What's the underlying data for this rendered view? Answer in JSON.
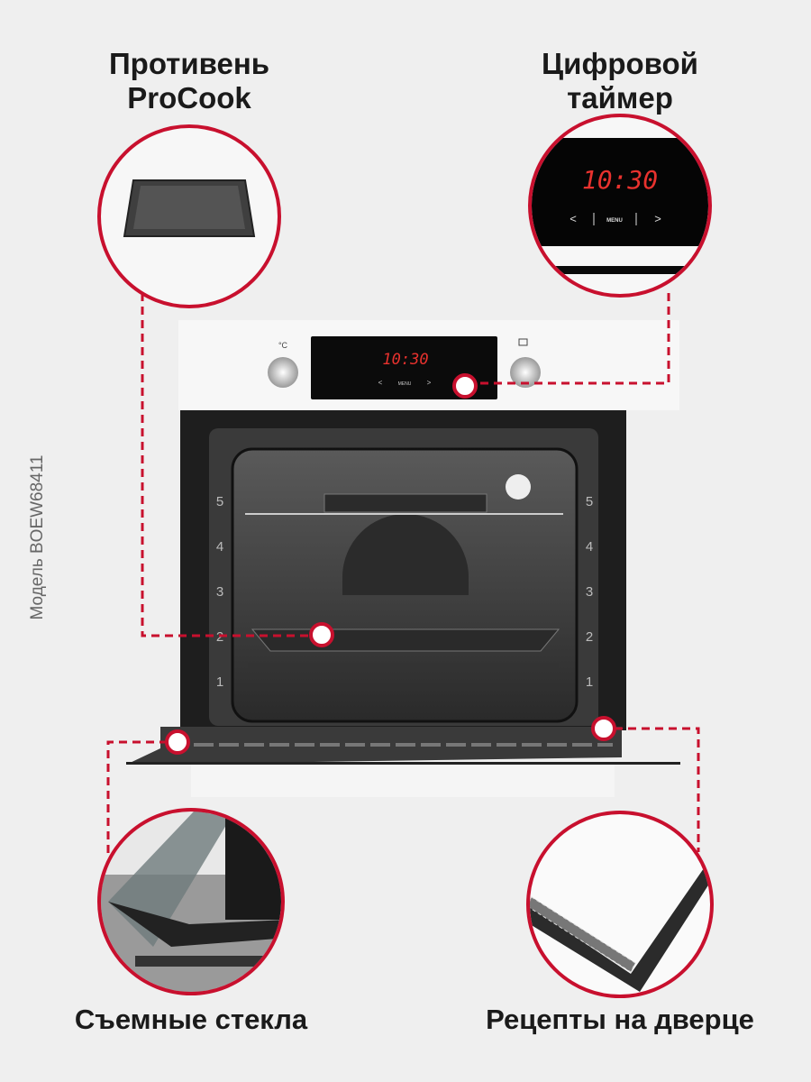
{
  "features": {
    "tray": {
      "line1": "Противень",
      "line2": "ProCook"
    },
    "timer": {
      "line1": "Цифровой",
      "line2": "таймер"
    },
    "glass": {
      "label": "Съемные стекла"
    },
    "recipes": {
      "label": "Рецепты на дверце"
    }
  },
  "model": "Модель BOEW68411",
  "display": {
    "time": "10:30",
    "prev": "<",
    "menu": "MENU",
    "next": ">"
  },
  "panel": {
    "temp_symbol": "°C",
    "shelf_levels": [
      "5",
      "4",
      "3",
      "2",
      "1"
    ]
  },
  "colors": {
    "accent": "#c8102e",
    "background": "#efefef"
  }
}
